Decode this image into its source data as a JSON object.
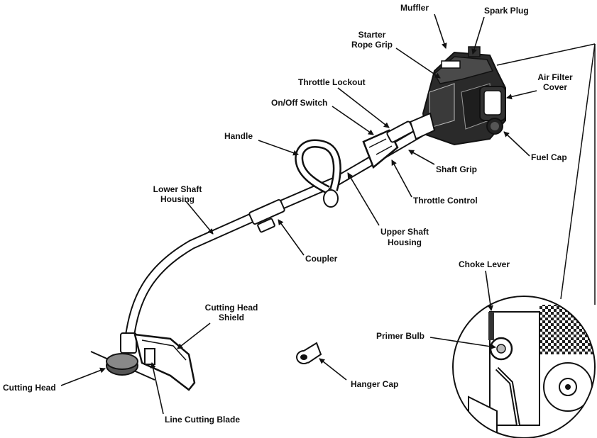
{
  "colors": {
    "ink": "#111111",
    "body": "#2a2a2a",
    "metal": "#bdbdbd",
    "background": "#ffffff"
  },
  "labels": {
    "muffler": "Muffler",
    "spark_plug": "Spark Plug",
    "starter_rope_grip_1": "Starter",
    "starter_rope_grip_2": "Rope Grip",
    "throttle_lockout": "Throttle Lockout",
    "on_off_switch": "On/Off Switch",
    "air_filter_cover_1": "Air Filter",
    "air_filter_cover_2": "Cover",
    "handle": "Handle",
    "fuel_cap": "Fuel Cap",
    "shaft_grip": "Shaft Grip",
    "lower_shaft_housing_1": "Lower Shaft",
    "lower_shaft_housing_2": "Housing",
    "throttle_control": "Throttle Control",
    "upper_shaft_housing_1": "Upper Shaft",
    "upper_shaft_housing_2": "Housing",
    "coupler": "Coupler",
    "choke_lever": "Choke Lever",
    "cutting_head_shield_1": "Cutting Head",
    "cutting_head_shield_2": "Shield",
    "primer_bulb": "Primer Bulb",
    "cutting_head": "Cutting Head",
    "hanger_cap": "Hanger Cap",
    "line_cutting_blade": "Line Cutting Blade"
  }
}
